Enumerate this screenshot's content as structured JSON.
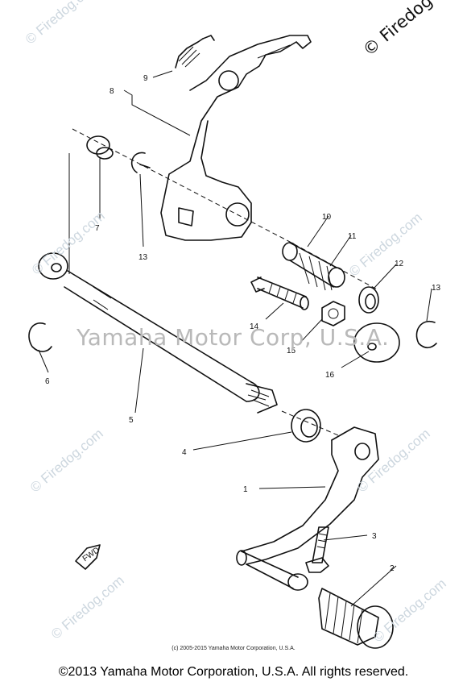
{
  "watermarks": {
    "center": "Yamaha Motor Corp, U.S.A.",
    "corner": "© Firedog",
    "tiled": "© Firedog.com"
  },
  "diagram": {
    "parts": [
      {
        "number": "1"
      },
      {
        "number": "2"
      },
      {
        "number": "3"
      },
      {
        "number": "4"
      },
      {
        "number": "5"
      },
      {
        "number": "6"
      },
      {
        "number": "7"
      },
      {
        "number": "8"
      },
      {
        "number": "9"
      },
      {
        "number": "10"
      },
      {
        "number": "11"
      },
      {
        "number": "12"
      },
      {
        "number": "13"
      },
      {
        "number": "13"
      },
      {
        "number": "14"
      },
      {
        "number": "15"
      },
      {
        "number": "16"
      }
    ],
    "fwd_marker": "FWD"
  },
  "fine_copyright": "(c) 2005-2015 Yamaha Motor Corporation, U.S.A.",
  "footer": "©2013 Yamaha Motor Corporation, U.S.A. All rights reserved."
}
